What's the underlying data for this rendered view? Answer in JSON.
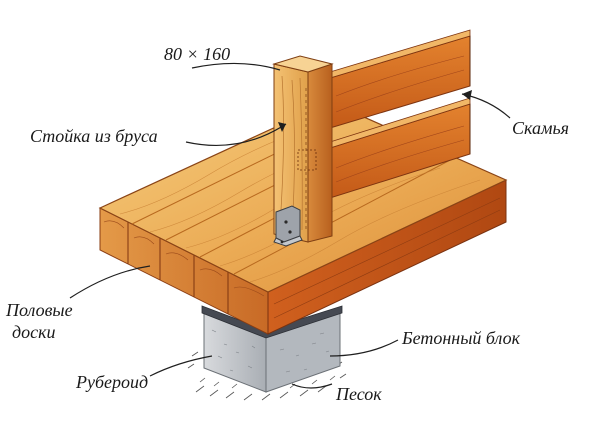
{
  "labels": {
    "dimension": "80 × 160",
    "post": "Стойка из бруса",
    "bench": "Скамья",
    "floorboards_line1": "Половые",
    "floorboards_line2": "доски",
    "concrete_block": "Бетонный блок",
    "roofing_felt": "Рубероид",
    "sand": "Песок"
  },
  "colors": {
    "wood_light": "#f0b860",
    "wood_mid": "#e0903a",
    "wood_dark": "#c0541c",
    "wood_shadow": "#9a3f14",
    "concrete": "#c9ccd0",
    "concrete_dark": "#9aa0a6",
    "felt": "#4a4e56",
    "ink": "#2a2a2a"
  }
}
